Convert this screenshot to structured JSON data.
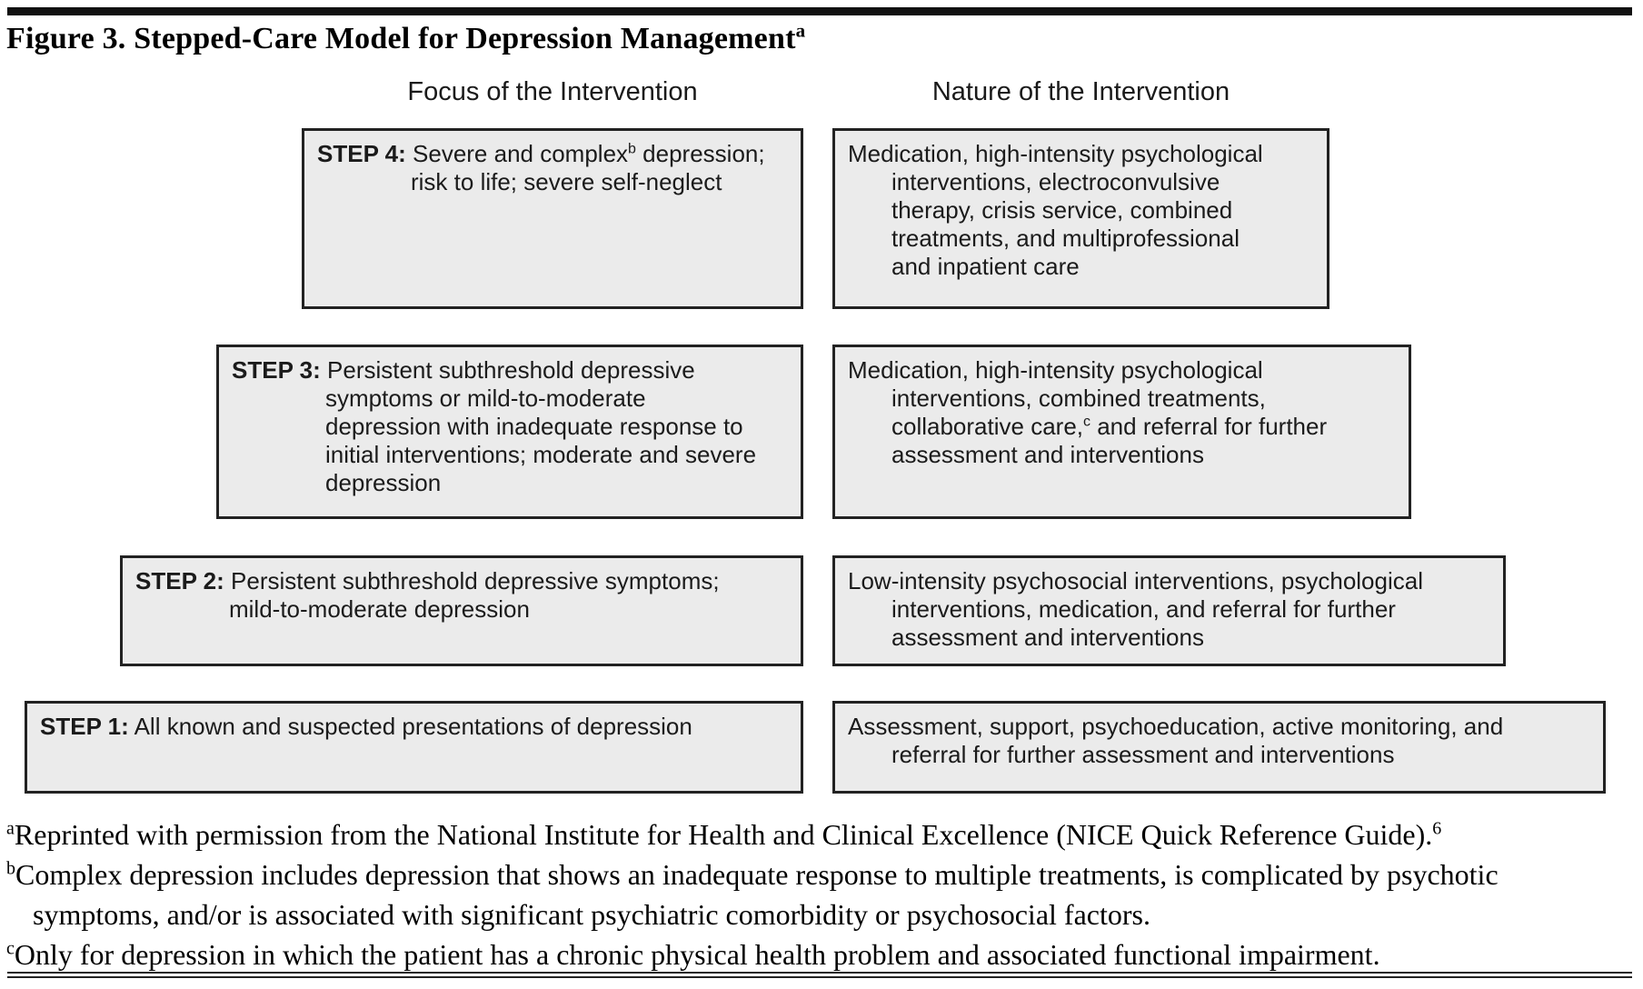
{
  "title": {
    "text": "Figure 3. Stepped-Care Model for Depression Management",
    "sup": "a"
  },
  "columns": {
    "focus": "Focus of the Intervention",
    "nature": "Nature of the Intervention"
  },
  "steps": [
    {
      "label": "STEP 4:",
      "focus": {
        "pre": "Severe and complex",
        "sup": "b",
        "post": " depression;\nrisk to life; severe self-neglect"
      },
      "nature": {
        "pre": "Medication, high-intensity psychological\ninterventions, electroconvulsive\ntherapy, crisis service, combined\ntreatments, and multiprofessional\nand inpatient care",
        "sup": "",
        "post": ""
      }
    },
    {
      "label": "STEP 3:",
      "focus": {
        "pre": "Persistent subthreshold depressive\nsymptoms or mild-to-moderate\ndepression with inadequate response to\ninitial interventions; moderate and severe\ndepression",
        "sup": "",
        "post": ""
      },
      "nature": {
        "pre": "Medication, high-intensity psychological\ninterventions, combined treatments,\ncollaborative care,",
        "sup": "c",
        "post": " and referral for further\nassessment and interventions"
      }
    },
    {
      "label": "STEP 2:",
      "focus": {
        "pre": "Persistent subthreshold depressive symptoms;\nmild-to-moderate depression",
        "sup": "",
        "post": ""
      },
      "nature": {
        "pre": "Low-intensity psychosocial interventions, psychological\ninterventions, medication, and referral for further\nassessment and interventions",
        "sup": "",
        "post": ""
      }
    },
    {
      "label": "STEP 1:",
      "focus": {
        "pre": "All known and suspected presentations of depression",
        "sup": "",
        "post": ""
      },
      "nature": {
        "pre": "Assessment, support, psychoeducation, active monitoring, and\nreferral for further assessment and interventions",
        "sup": "",
        "post": ""
      }
    }
  ],
  "footnotes": [
    {
      "marker": "a",
      "text": "Reprinted with permission from the National Institute for Health and Clinical Excellence (NICE Quick Reference Guide).",
      "ref": "6"
    },
    {
      "marker": "b",
      "text": "Complex depression includes depression that shows an inadequate response to multiple treatments, is complicated by psychotic\nsymptoms, and/or is associated with significant psychiatric comorbidity or psychosocial factors.",
      "ref": ""
    },
    {
      "marker": "c",
      "text": "Only for depression in which the patient has a chronic physical health problem and associated functional impairment.",
      "ref": ""
    }
  ],
  "colors": {
    "box_fill": "#ebebeb",
    "box_border": "#222222",
    "rule": "#111111",
    "text": "#1b1b1b"
  }
}
